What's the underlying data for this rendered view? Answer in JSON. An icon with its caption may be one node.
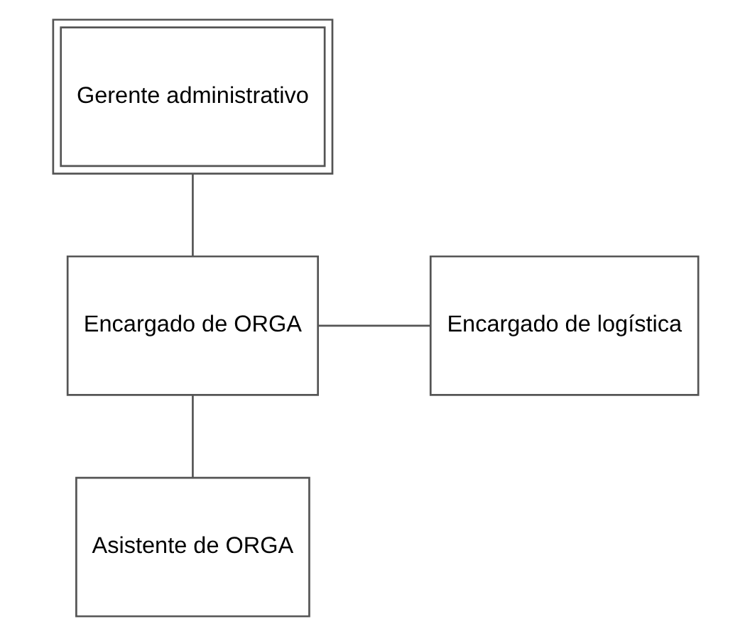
{
  "diagram": {
    "nodes": [
      {
        "text": [
          "Gerente administrativo"
        ]
      },
      {
        "text": [
          "Encargado de ORGA"
        ]
      },
      {
        "text": [
          "Encargado de logística"
        ]
      },
      {
        "text": [
          "Asistente de ORGA"
        ]
      }
    ],
    "edges": [
      {
        "from": 0,
        "to": 1,
        "arrow": "none"
      },
      {
        "from": 1,
        "to": 2,
        "arrow": "none"
      },
      {
        "from": 1,
        "to": 3,
        "arrow": "none"
      }
    ]
  }
}
